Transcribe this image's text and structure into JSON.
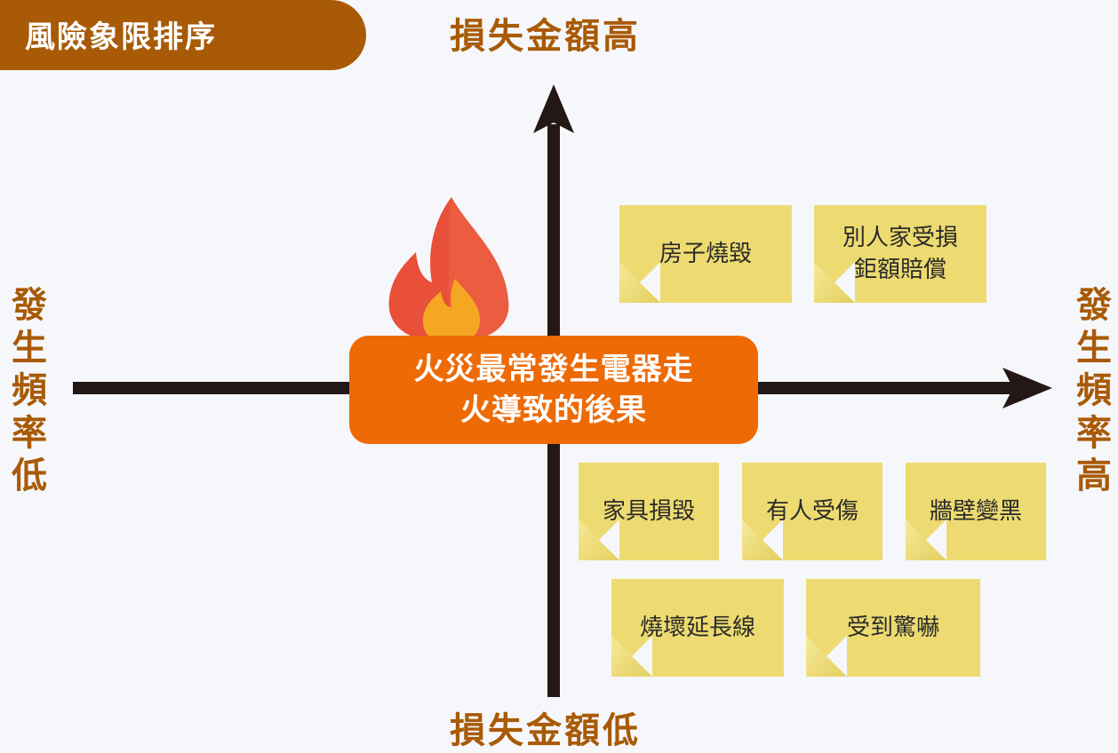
{
  "header": {
    "tag": "風險象限排序"
  },
  "axes": {
    "top": "損失金額高",
    "bottom": "損失金額低",
    "left": [
      "發",
      "生",
      "頻",
      "率",
      "低"
    ],
    "right": [
      "發",
      "生",
      "頻",
      "率",
      "高"
    ]
  },
  "center": {
    "line1": "火災最常發生電器走",
    "line2": "火導致的後果"
  },
  "notes": {
    "house": "房子燒毀",
    "neighbor_line1": "別人家受損",
    "neighbor_line2": "鉅額賠償",
    "furniture": "家具損毀",
    "injury": "有人受傷",
    "wall": "牆壁變黑",
    "cord": "燒壞延長線",
    "scare": "受到驚嚇"
  },
  "colors": {
    "accent": "#a85a06",
    "center_box": "#ed6a05",
    "note": "#eddb71",
    "axis": "#231815",
    "flame_outer": "#e8503a",
    "flame_inner": "#f5a623"
  },
  "icons": {
    "flame": "fire-icon"
  }
}
